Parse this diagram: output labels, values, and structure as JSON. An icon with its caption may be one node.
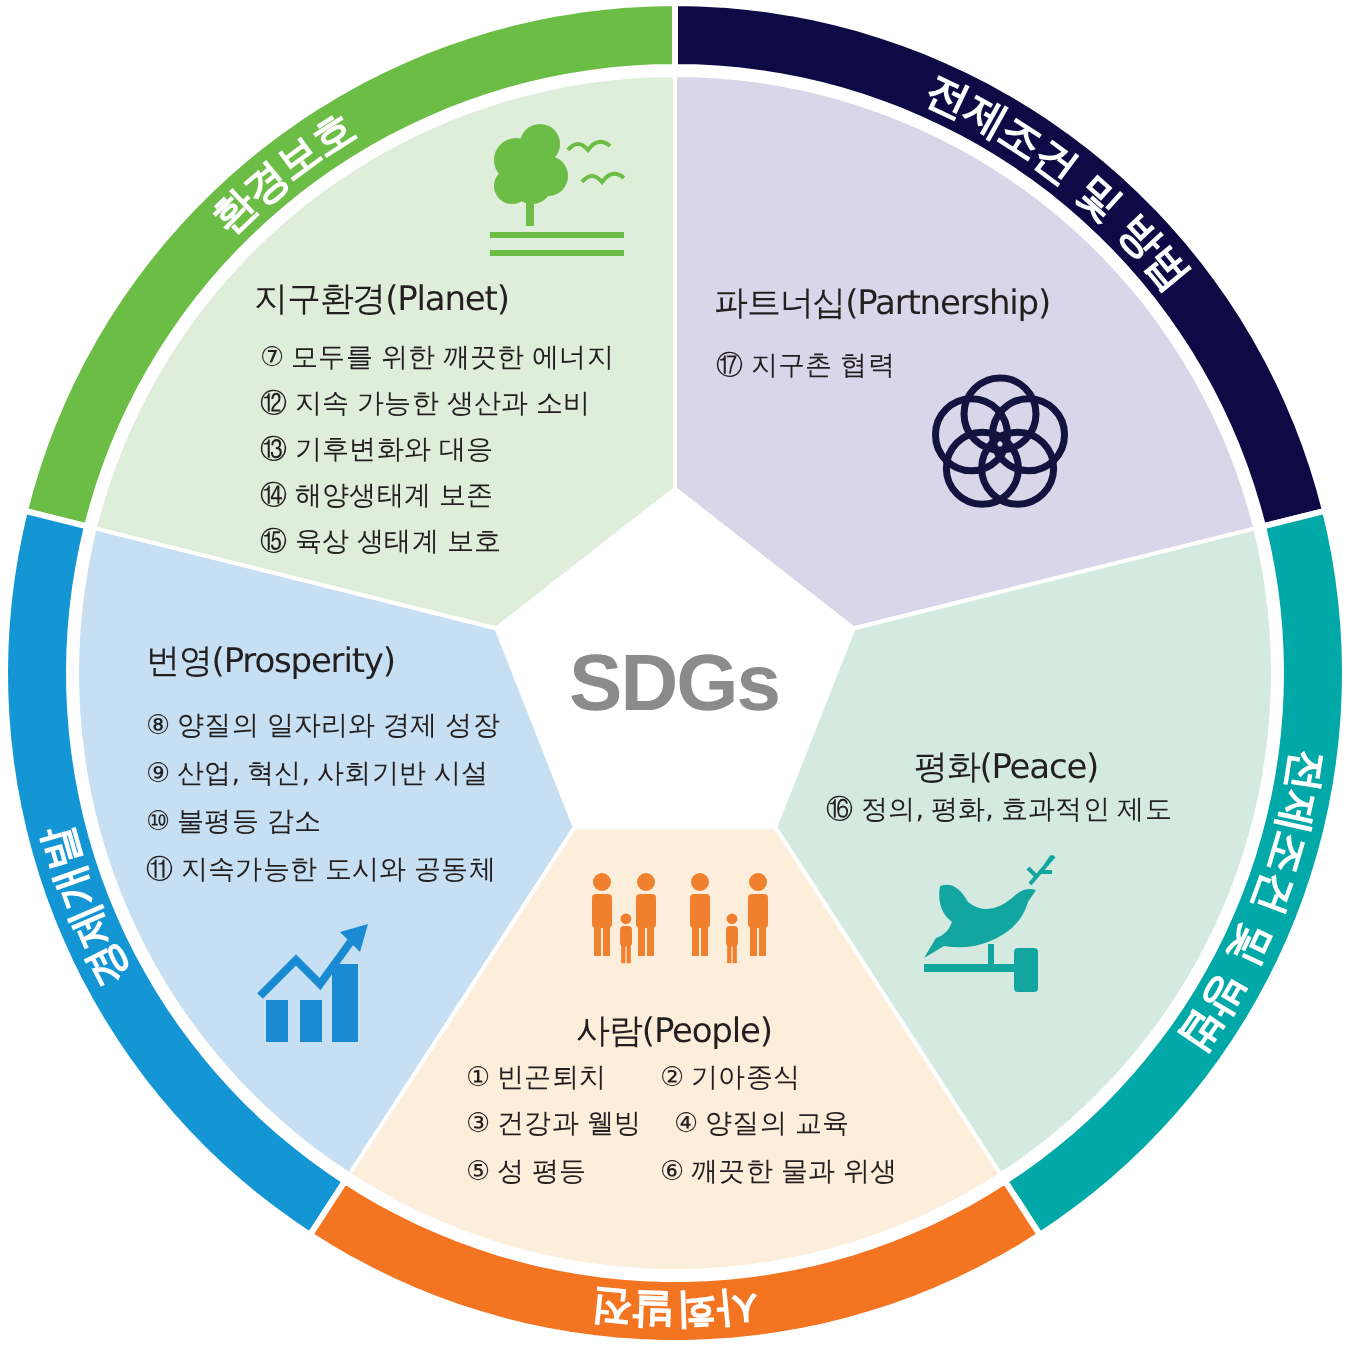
{
  "diagram": {
    "nodes": [
      {
        "text": [
          "환경보호"
        ]
      },
      {
        "text": [
          "전제조건 및 방법"
        ]
      },
      {
        "text": [
          "지구환경(Planet)",
          "⑦ 모두를 위한 깨끗한 에너지",
          "⑫ 지속 가능한 생산과 소비",
          "⑬ 기후변화와 대응",
          "⑭ 해양생태계 보존",
          "⑮ 육상 생태계 보호"
        ]
      },
      {
        "text": [
          "파트너십(Partnership)",
          "⑰ 지구촌 협력"
        ]
      },
      {
        "text": [
          "SDGs"
        ]
      },
      {
        "text": [
          "번영(Prosperity)",
          "⑧ 양질의 일자리와 경제 성장",
          "⑨ 산업, 혁신, 사회기반 시설",
          "⑩ 불평등 감소",
          "⑪ 지속가능한 도시와 공동체"
        ]
      },
      {
        "text": [
          "평화(Peace)",
          "⑯ 정의, 평화, 효과적인 제도"
        ]
      },
      {
        "text": [
          "전제조건 및 방법"
        ]
      },
      {
        "text": [
          "경제개발"
        ]
      },
      {
        "text": [
          "사람(People)",
          "① 빈곤퇴치",
          "② 기아종식",
          "③ 건강과 웰빙",
          "④ 양질의 교육",
          "⑤ 성 평등",
          "⑥ 깨끗한 물과 위생"
        ]
      },
      {
        "text": [
          "사회발전"
        ]
      }
    ]
  }
}
